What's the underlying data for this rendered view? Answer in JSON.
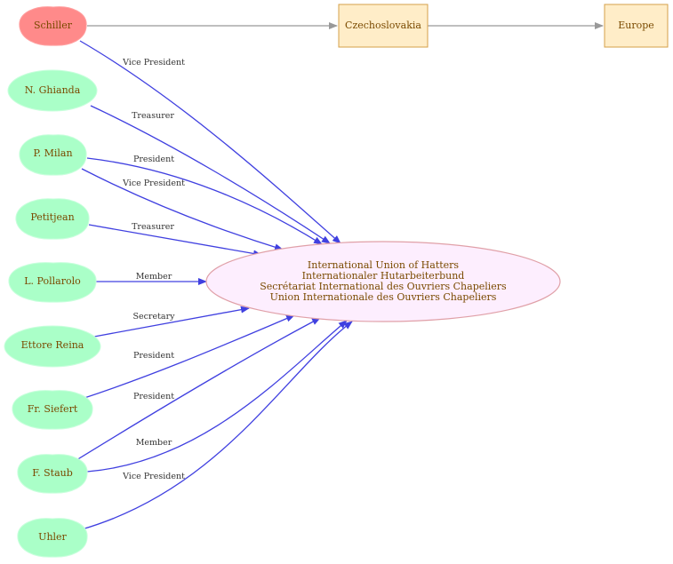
{
  "colors": {
    "person_fill": "#aaffc8",
    "person_stroke": "#c8ffdc",
    "highlight_fill": "#ff8a8a",
    "org_fill": "#fdeefe",
    "org_stroke": "#e0a0a8",
    "place_fill": "#ffedc8",
    "place_stroke": "#d4a04a",
    "edge_blue": "#4040e0",
    "edge_gray": "#999999"
  },
  "nodes": {
    "schiller": "Schiller",
    "ghianda": "N. Ghianda",
    "milan": "P. Milan",
    "petitjean": "Petitjean",
    "pollarolo": "L. Pollarolo",
    "reina": "Ettore Reina",
    "siefert": "Fr. Siefert",
    "staub": "F. Staub",
    "uhler": "Uhler",
    "czechoslovakia": "Czechoslovakia",
    "europe": "Europe"
  },
  "center": {
    "lines": [
      "International Union of Hatters",
      "Internationaler Hutarbeiterbund",
      "Secrétariat International des Ouvriers Chapeliers",
      "Union Internationale des Ouvriers Chapeliers"
    ]
  },
  "edge_labels": {
    "schiller": "Vice President",
    "ghianda": "Treasurer",
    "milan_president": "President",
    "milan_vice": "Vice President",
    "petitjean": "Treasurer",
    "pollarolo": "Member",
    "reina": "Secretary",
    "siefert": "President",
    "staub_president": "President",
    "staub_member": "Member",
    "uhler": "Vice President"
  }
}
